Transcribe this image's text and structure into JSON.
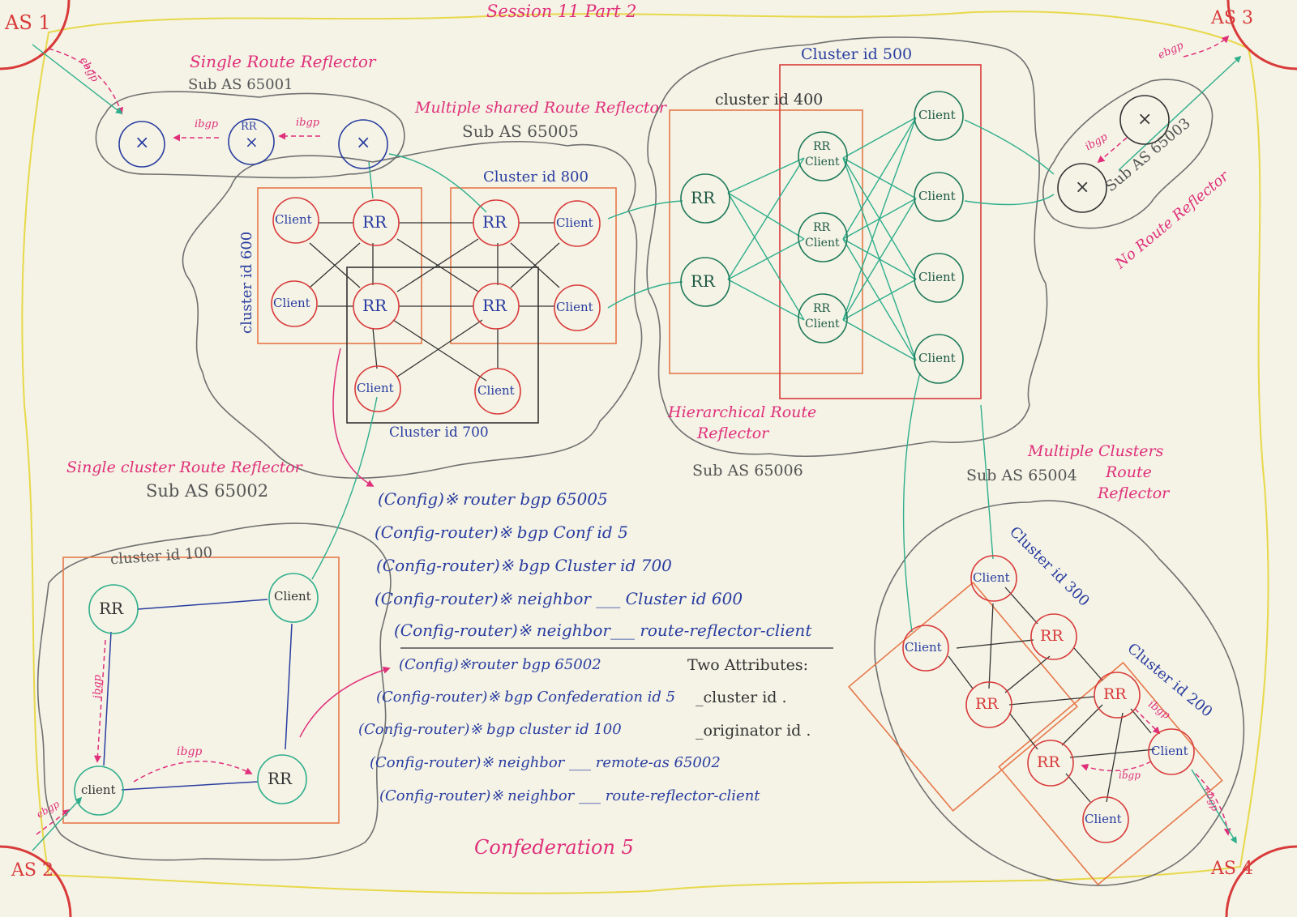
{
  "title": "Session 11 Part 2",
  "footer": "Confederation 5",
  "corners": {
    "as1": "AS 1",
    "as2": "AS 2",
    "as3": "AS 3",
    "as4": "AS 4"
  },
  "labels": {
    "single_rr": "Single Route Reflector",
    "sub_65001": "Sub AS 65001",
    "multi_shared": "Multiple shared Route Reflector",
    "sub_65005": "Sub AS 65005",
    "single_cluster": "Single cluster Route Reflector",
    "sub_65002": "Sub AS 65002",
    "hierarchical_1": "Hierarchical Route",
    "hierarchical_2": "Reflector",
    "sub_65006": "Sub AS 65006",
    "sub_65003": "Sub AS 65003",
    "no_rr": "No Route Reflector",
    "multi_clusters_1": "Multiple Clusters",
    "multi_clusters_2": "Route",
    "multi_clusters_3": "Reflector",
    "sub_65004": "Sub AS 65004",
    "cluster_100": "cluster id 100",
    "cluster_200": "Cluster id 200",
    "cluster_300": "Cluster id 300",
    "cluster_400": "cluster id 400",
    "cluster_500": "Cluster id 500",
    "cluster_600": "cluster id 600",
    "cluster_700": "Cluster id 700",
    "cluster_800": "Cluster id 800",
    "ibgp": "ibgp",
    "ebgp": "ebgp"
  },
  "node_text": {
    "rr": "RR",
    "client": "Client",
    "client_lc": "client",
    "x": "×",
    "rr_client_top": "RR",
    "rr_client_bottom": "Client"
  },
  "config_65005": [
    "(Config)※ router bgp 65005",
    "(Config-router)※ bgp Conf id 5",
    "(Config-router)※ bgp Cluster id 700",
    "(Config-router)※ neighbor ___ Cluster id 600",
    "(Config-router)※ neighbor___ route-reflector-client"
  ],
  "config_65002": [
    "(Config)※router bgp 65002",
    "(Config-router)※ bgp Confederation id 5",
    "(Config-router)※ bgp cluster id 100",
    "(Config-router)※ neighbor ___ remote-as 65002",
    "(Config-router)※ neighbor ___ route-reflector-client"
  ],
  "attributes": {
    "title": "Two Attributes:",
    "items": [
      "_cluster id .",
      "_originator id ."
    ]
  },
  "colors": {
    "background": "#f4f3e6",
    "pink": "#e0307a",
    "orange_box": "#e8784a",
    "teal": "#2fae8c",
    "navy": "#2a3da0",
    "red_circle": "#d93a3a",
    "yellow": "#e8d84a",
    "gray_cloud": "#707070"
  }
}
